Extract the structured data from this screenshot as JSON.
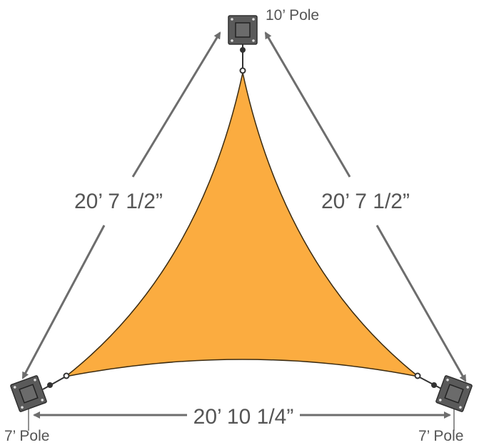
{
  "poles": {
    "top": {
      "label": "10’ Pole"
    },
    "left": {
      "label": "7’ Pole"
    },
    "right": {
      "label": "7’ Pole"
    }
  },
  "dimensions": {
    "left_side": "20’ 7 1/2”",
    "right_side": "20’ 7 1/2”",
    "bottom_side": "20’ 10 1/4”"
  },
  "colors": {
    "sail": "#FBAC40",
    "sail_outline": "#3a2a10",
    "pole": "#5a5a5a",
    "pole_inner": "#6b6b6b",
    "arrow": "#6d6d6d",
    "text": "#555555"
  }
}
